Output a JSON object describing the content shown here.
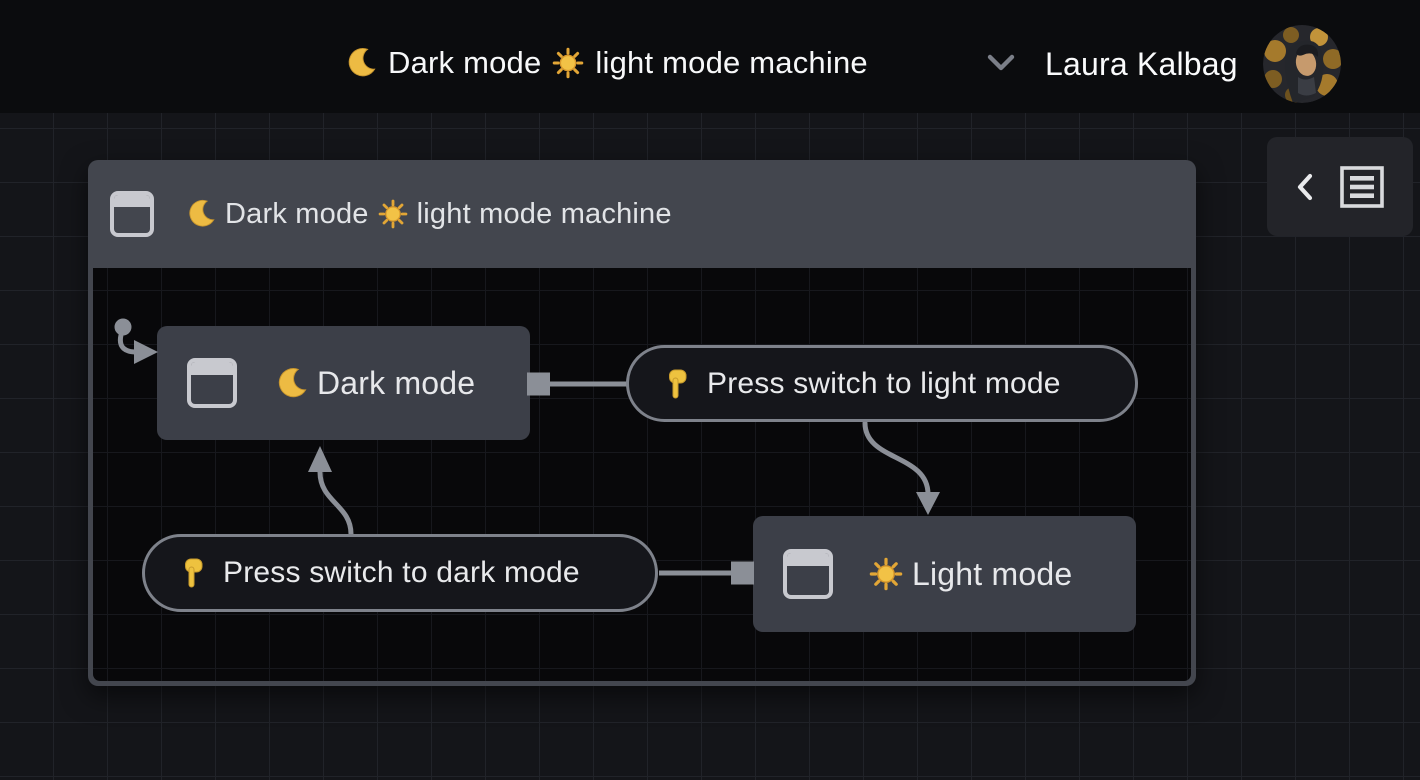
{
  "topbar": {
    "machine_title_part1": "Dark mode",
    "machine_title_part2": "light mode machine",
    "user_name": "Laura Kalbag"
  },
  "machine": {
    "title_part1": "Dark mode",
    "title_part2": "light mode machine",
    "states": [
      {
        "label": "Dark mode"
      },
      {
        "label": "Light mode"
      }
    ],
    "transitions": [
      {
        "label": "Press switch to light mode"
      },
      {
        "label": "Press switch to dark mode"
      }
    ]
  },
  "icons": {
    "moon": "crescent-moon-icon",
    "sun": "sun-icon",
    "hand": "hand-pointing-down-icon",
    "window": "window-frame-icon",
    "chevron_down": "chevron-down-icon",
    "chevron_left": "chevron-left-icon",
    "document": "document-list-icon",
    "initial": "initial-state-marker"
  },
  "colors": {
    "topbar_bg": "#0b0c0e",
    "canvas_bg": "#141519",
    "grid_line": "#212329",
    "machine_chrome": "#43464e",
    "machine_body_bg": "#08080a",
    "state_bg": "#3c3f48",
    "pill_bg": "#15161b",
    "pill_border": "#7e828b",
    "edge": "#8b8f97",
    "text": "#e9eaec",
    "yellow": "#eec23f"
  }
}
